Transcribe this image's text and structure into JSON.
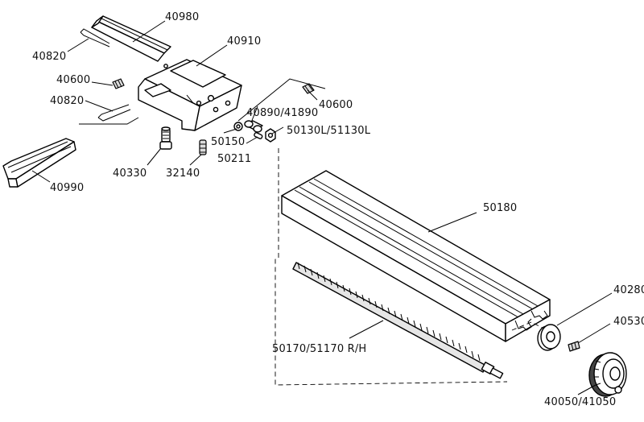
{
  "diagram": {
    "labels": {
      "p40980": "40980",
      "p40910": "40910",
      "p40820_top": "40820",
      "p40600_left": "40600",
      "p40820_mid": "40820",
      "p40600_right": "40600",
      "p40890": "40890/41890",
      "p50150": "50150",
      "p50130": "50130L/51130L",
      "p50211": "50211",
      "p40330": "40330",
      "p32140": "32140",
      "p40990": "40990",
      "p50180": "50180",
      "p40280": "40280",
      "p40530": "40530",
      "p50170": "50170/51170 R/H",
      "p40050": "40050/41050"
    }
  }
}
